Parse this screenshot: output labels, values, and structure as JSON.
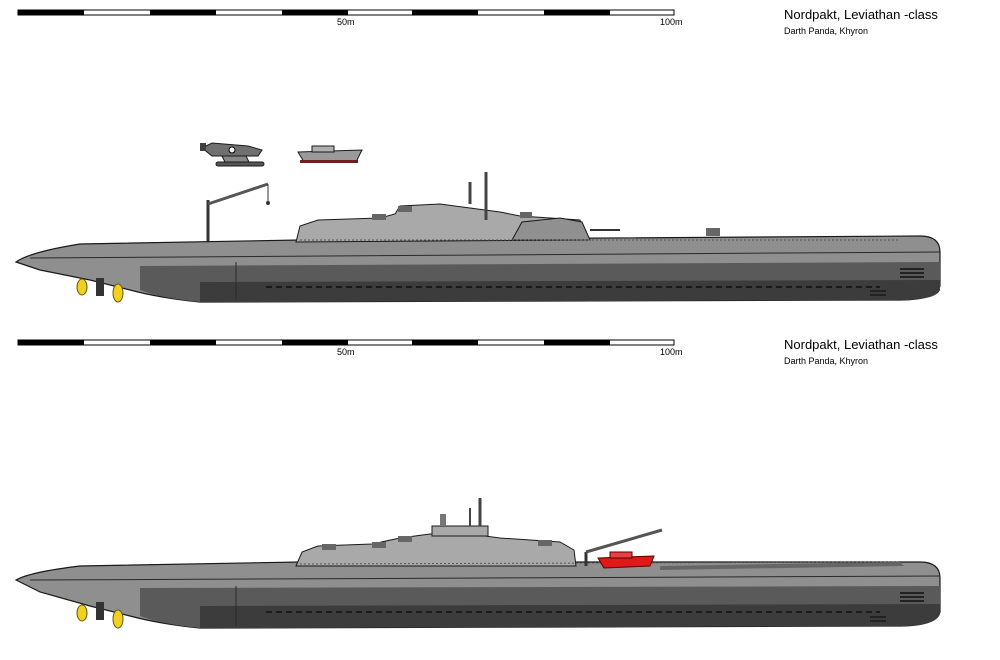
{
  "sheets": [
    {
      "title": "Nordpakt, Leviathan -class",
      "credits": "Darth Panda, Khyron",
      "scale": {
        "mid_label": "50m",
        "end_label": "100m"
      },
      "variant": "with floatplane, boat and crane amidships"
    },
    {
      "title": "Nordpakt, Leviathan -class",
      "credits": "Darth Panda, Khyron",
      "scale": {
        "mid_label": "50m",
        "end_label": "100m"
      },
      "variant": "with aft crane and red boat"
    }
  ],
  "colors": {
    "hull_upper": "#8f8f8f",
    "hull_lower": "#5a5a5a",
    "hull_dark": "#3c3c3c",
    "deck": "#a9a9a9",
    "outline": "#1a1a1a",
    "propeller": "#f0d020",
    "boat_red": "#e01818",
    "plane": "#6b6b6b"
  }
}
